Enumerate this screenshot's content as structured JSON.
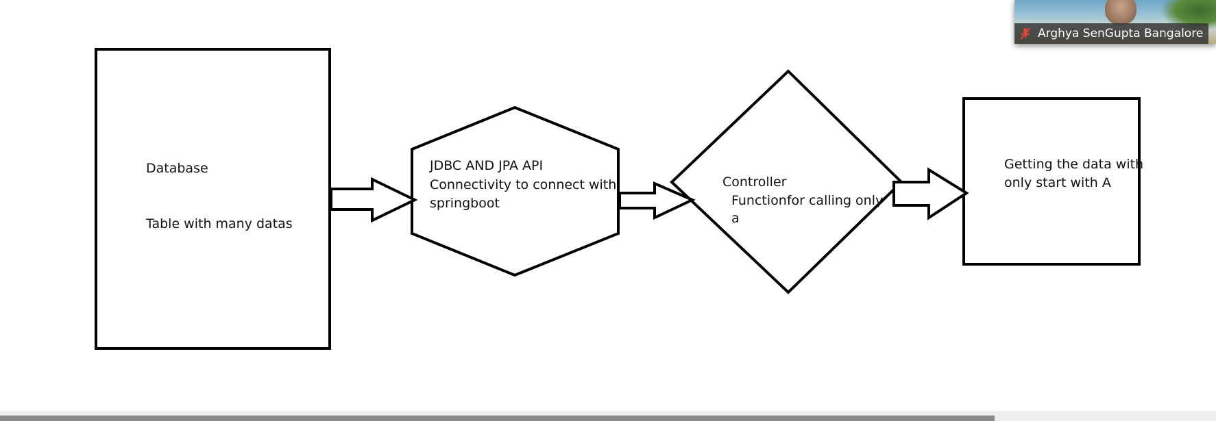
{
  "diagram": {
    "nodes": [
      {
        "id": "database",
        "shape": "rectangle",
        "lines": [
          "Database",
          "Table with many datas"
        ]
      },
      {
        "id": "jdbc",
        "shape": "hexagon",
        "lines": [
          "JDBC AND JPA API",
          "Connectivity to connect with",
          "springboot"
        ]
      },
      {
        "id": "controller",
        "shape": "diamond",
        "lines": [
          "Controller",
          "Functionfor calling only",
          "a"
        ]
      },
      {
        "id": "output",
        "shape": "rectangle",
        "lines": [
          "Getting the data with",
          "only start with A"
        ]
      }
    ],
    "edges": [
      {
        "from": "database",
        "to": "jdbc",
        "style": "block-arrow"
      },
      {
        "from": "jdbc",
        "to": "controller",
        "style": "block-arrow"
      },
      {
        "from": "controller",
        "to": "output",
        "style": "block-arrow"
      }
    ]
  },
  "video_overlay": {
    "participant_name": "Arghya SenGupta Bangalore",
    "mic_icon": "mic-muted-icon",
    "mic_color": "#e0453a"
  },
  "colors": {
    "stroke": "#000000",
    "background": "#ffffff",
    "scrollbar_thumb": "#8a8a8a"
  }
}
